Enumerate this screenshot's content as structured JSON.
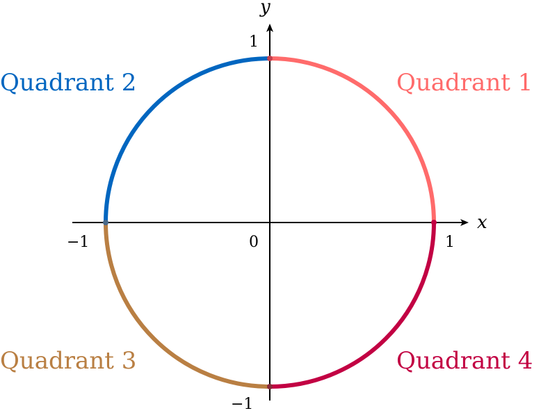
{
  "axes": {
    "x_label": "x",
    "y_label": "y",
    "tick_labels": {
      "x_neg": "−1",
      "origin": "0",
      "x_pos": "1",
      "y_pos": "1",
      "y_neg": "−1"
    }
  },
  "quadrants": [
    {
      "label": "Quadrant 1",
      "color": "#ff6b6b",
      "start_deg": 0,
      "end_deg": 90
    },
    {
      "label": "Quadrant 2",
      "color": "#0066c0",
      "start_deg": 90,
      "end_deg": 180
    },
    {
      "label": "Quadrant 3",
      "color": "#b97f43",
      "start_deg": 180,
      "end_deg": 270
    },
    {
      "label": "Quadrant 4",
      "color": "#c20043",
      "start_deg": 270,
      "end_deg": 360
    }
  ],
  "circle": {
    "radius": 1
  }
}
